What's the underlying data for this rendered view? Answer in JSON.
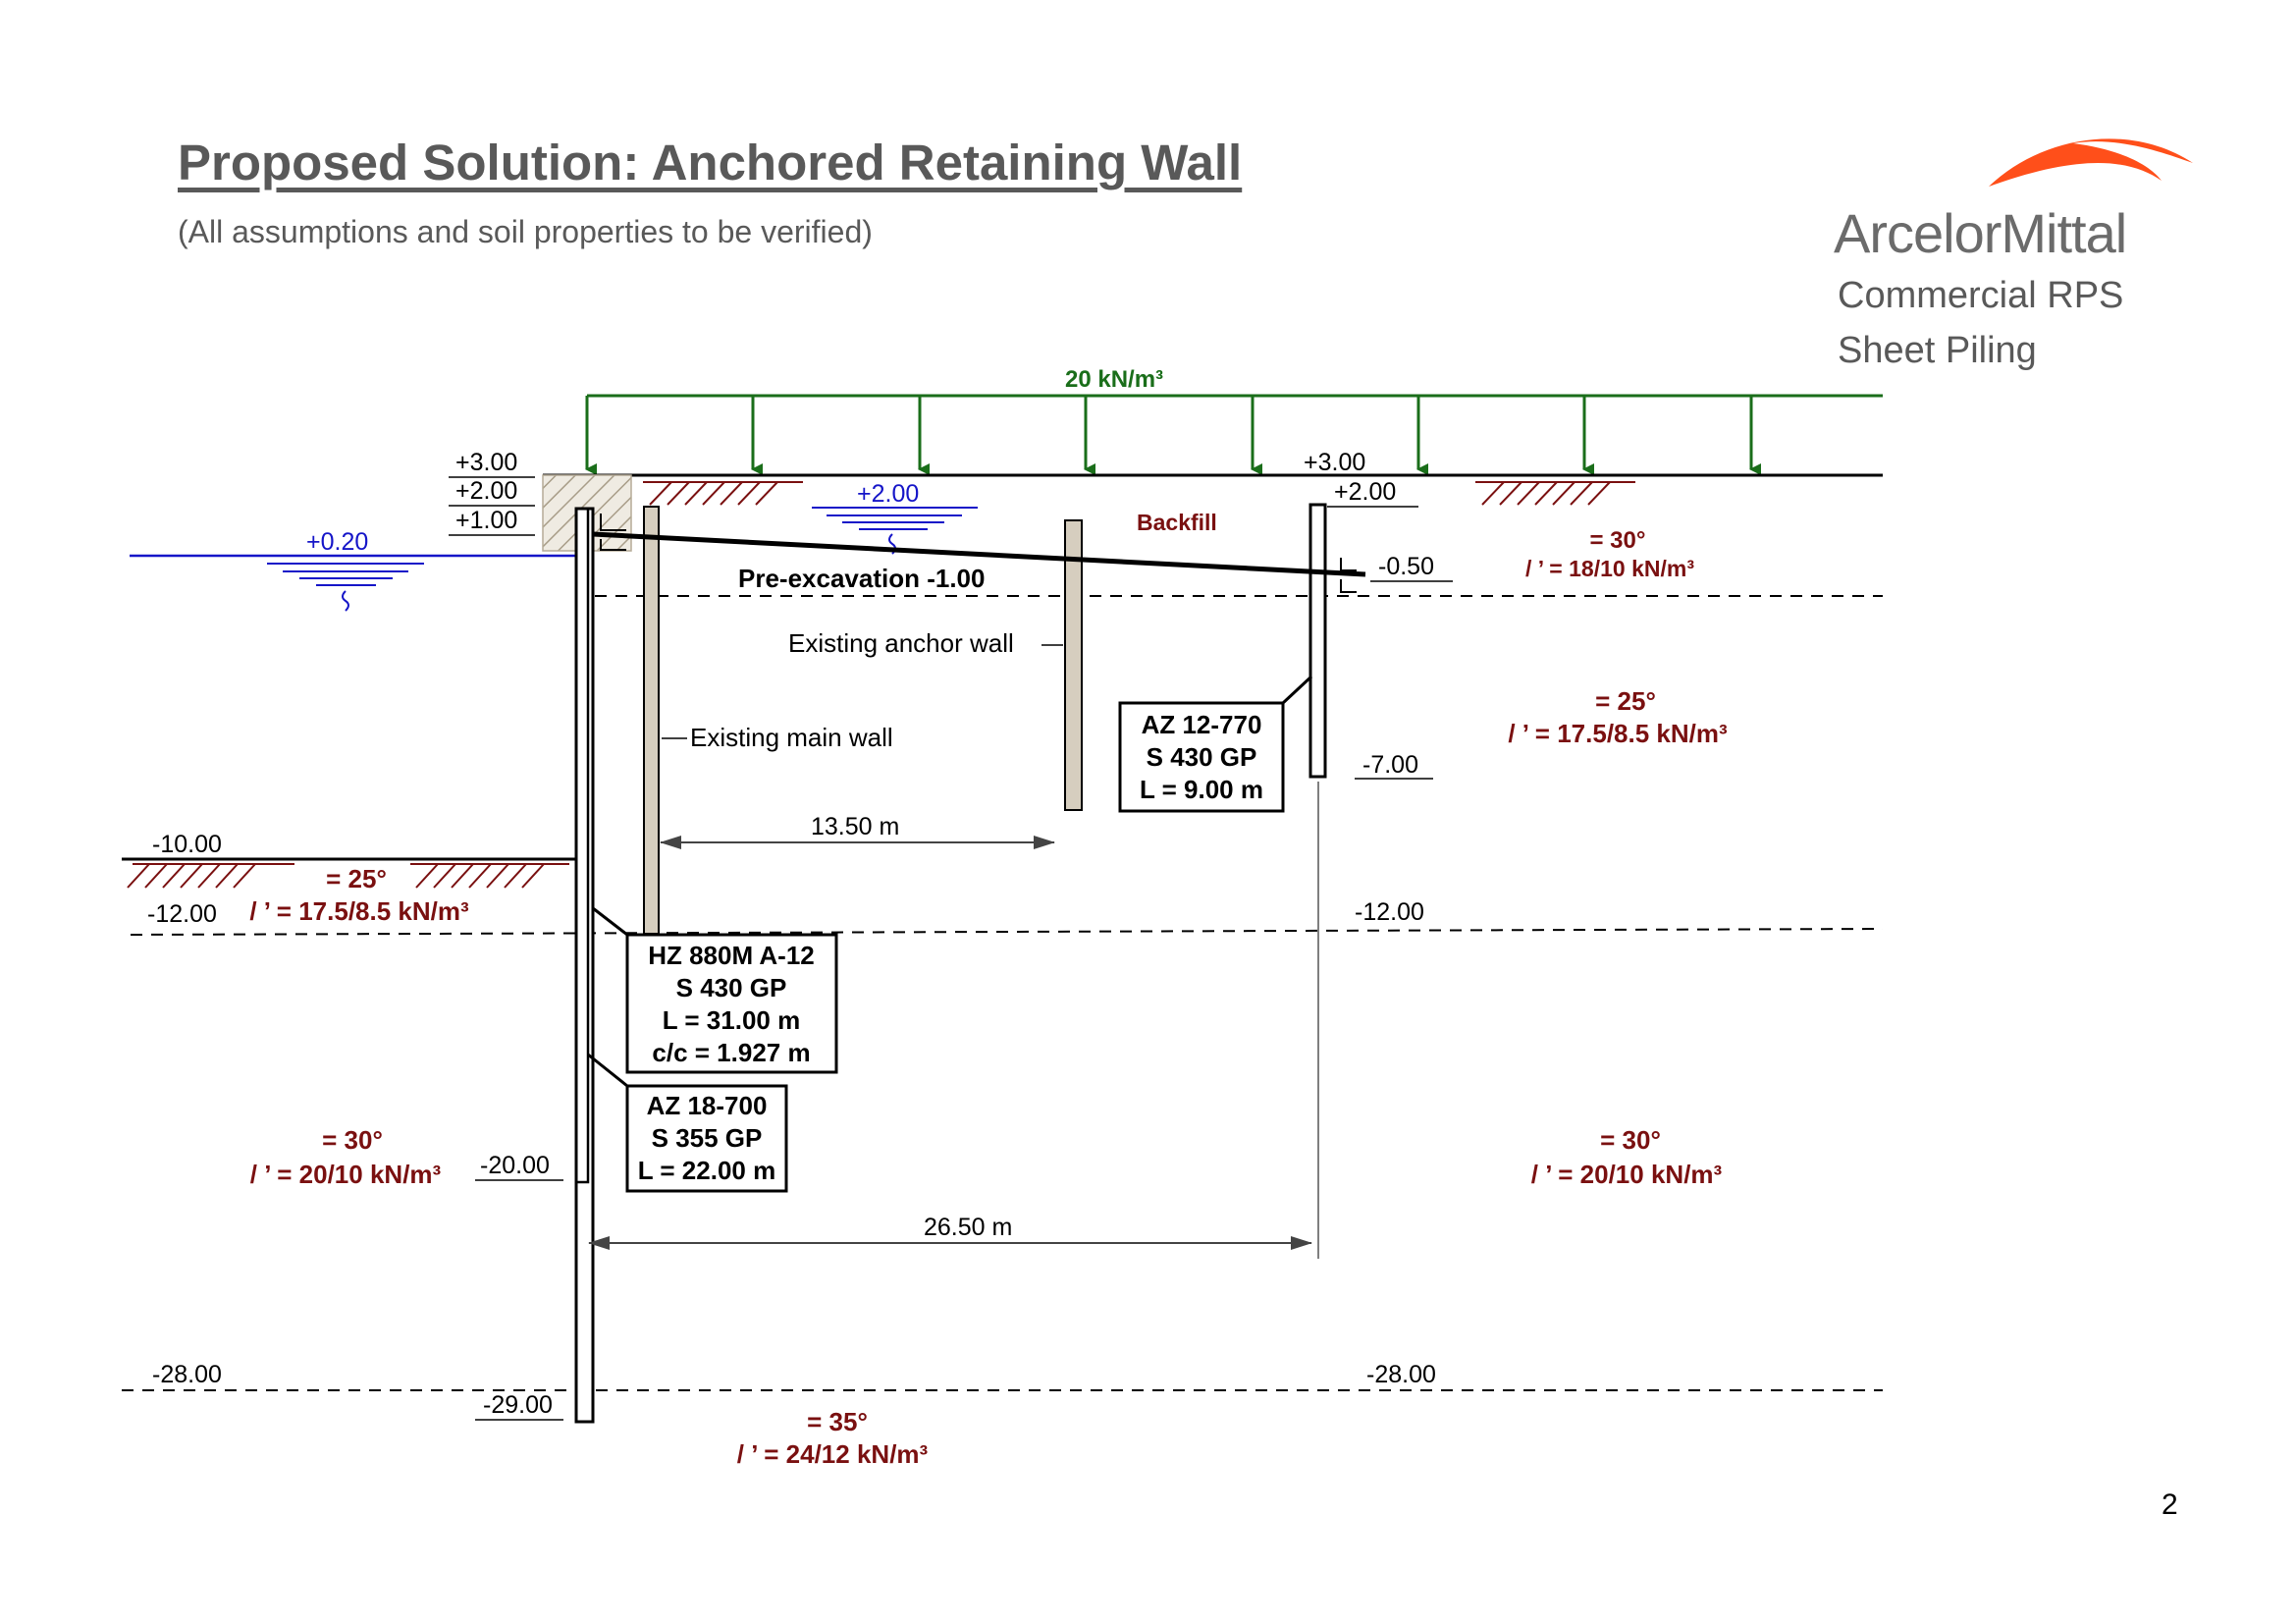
{
  "header": {
    "title": "Proposed Solution: Anchored Retaining Wall",
    "subtitle": "(All assumptions and soil properties to be verified)"
  },
  "brand": {
    "logo_text": "ArcelorMittal",
    "line1": "Commercial RPS",
    "line2": "Sheet Piling",
    "logo_color": "#ff4f1a"
  },
  "page_number": "2",
  "diagram": {
    "load_label": "20 kN/m³",
    "elevations": {
      "e_p300_left": "+3.00",
      "e_p200_left": "+2.00",
      "e_p100_left": "+1.00",
      "e_p300_right": "+3.00",
      "e_p200_right": "+2.00",
      "e_m050": "-0.50",
      "e_m700": "-7.00",
      "e_m1000": "-10.00",
      "e_m1200_left": "-12.00",
      "e_m1200_right": "-12.00",
      "e_m2000": "-20.00",
      "e_m2800_left": "-28.00",
      "e_m2800_right": "-28.00",
      "e_m2900": "-29.00"
    },
    "water_levels": {
      "sea": "+0.20",
      "ground_water": "+2.00"
    },
    "labels": {
      "backfill": "Backfill",
      "pre_excavation": "Pre-excavation -1.00",
      "existing_anchor_wall": "Existing anchor wall",
      "existing_main_wall": "Existing main wall",
      "dim_anchor": "13.50 m",
      "dim_tie": "26.50 m"
    },
    "boxes": {
      "anchor_wall": [
        "AZ 12-770",
        "S 430 GP",
        "L = 9.00 m"
      ],
      "main_king": [
        "HZ 880M A-12",
        "S 430 GP",
        "L = 31.00 m",
        "c/c = 1.927 m"
      ],
      "main_inter": [
        "AZ 18-700",
        "S 355 GP",
        "L = 22.00 m"
      ]
    },
    "soils": {
      "backfill_top": {
        "phi": "= 30°",
        "gamma": "/ ’ = 18/10 kN/m³"
      },
      "backfill_mid": {
        "phi": "= 25°",
        "gamma": "/ ’ = 17.5/8.5 kN/m³"
      },
      "front_upper": {
        "phi": "= 25°",
        "gamma": "/ ’ = 17.5/8.5 kN/m³"
      },
      "mid_left": {
        "phi": "= 30°",
        "gamma": "/ ’ = 20/10 kN/m³"
      },
      "mid_right": {
        "phi": "= 30°",
        "gamma": "/ ’ = 20/10 kN/m³"
      },
      "bottom": {
        "phi": "= 35°",
        "gamma": "/ ’ = 24/12 kN/m³"
      }
    },
    "colors": {
      "load": "#1a6e1a",
      "water": "#1515c8",
      "soil_text": "#7a1010",
      "hatch": "#7a1010",
      "old_wall": "#d6cebf"
    }
  }
}
